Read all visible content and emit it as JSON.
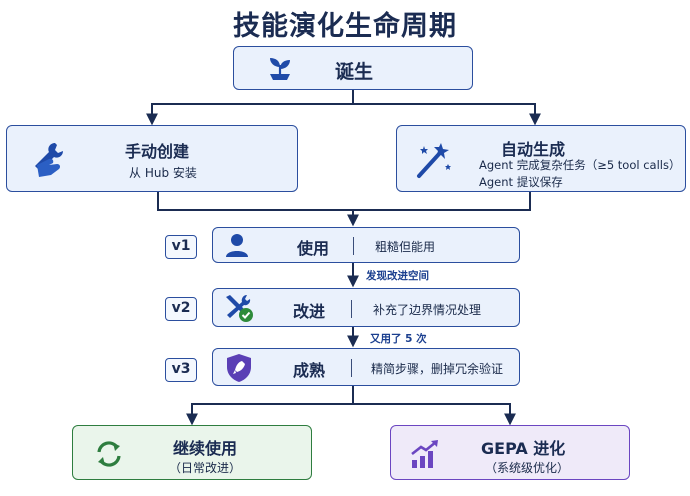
{
  "title": "技能演化生命周期",
  "birth": {
    "label": "诞生",
    "icon": "sprout-icon"
  },
  "manual": {
    "title": "手动创建",
    "subtitle": "从 Hub 安装",
    "icon": "wrench-icon"
  },
  "auto": {
    "title": "自动生成",
    "line1": "Agent 完成复杂任务（≥5 tool calls）",
    "line2": "Agent 提议保存",
    "icon": "magic-wand-icon"
  },
  "stages": [
    {
      "version": "v1",
      "title": "使用",
      "desc": "粗糙但能用",
      "icon": "user-icon"
    },
    {
      "version": "v2",
      "title": "改进",
      "desc": "补充了边界情况处理",
      "icon": "tools-check-icon"
    },
    {
      "version": "v3",
      "title": "成熟",
      "desc": "精简步骤，删掉冗余验证",
      "icon": "shield-rocket-icon"
    }
  ],
  "notes": {
    "after_v1": "发现改进空间",
    "after_v2": "又用了 5 次"
  },
  "continue": {
    "title": "继续使用",
    "subtitle": "（日常改进）",
    "icon": "refresh-icon"
  },
  "gepa": {
    "title": "GEPA 进化",
    "subtitle": "（系统级优化）",
    "icon": "bar-chart-up-icon"
  },
  "colors": {
    "primary": "#2b4e9e",
    "green": "#2e7d3f",
    "purple": "#6b46c1",
    "text": "#1b2c52"
  }
}
